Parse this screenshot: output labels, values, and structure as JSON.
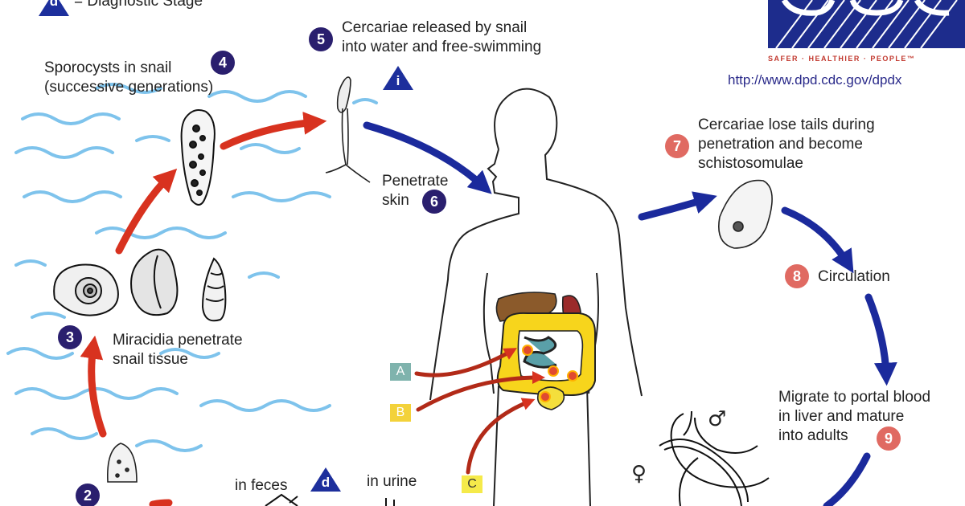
{
  "legend": {
    "diagnostic_stage": "= Diagnostic Stage"
  },
  "logo": {
    "tagline": "SAFER · HEALTHIER · PEOPLE™",
    "url": "http://www.dpd.cdc.gov/dpdx"
  },
  "stages": {
    "s2": {
      "number": "2"
    },
    "s3": {
      "number": "3",
      "label": "Miracidia penetrate\nsnail tissue"
    },
    "s4": {
      "number": "4",
      "label": "Sporocysts in snail\n(successive generations)"
    },
    "s5": {
      "number": "5",
      "label": "Cercariae released by snail\ninto water and free-swimming",
      "marker": "i"
    },
    "s6": {
      "number": "6",
      "label": "Penetrate\nskin"
    },
    "s7": {
      "number": "7",
      "label": "Cercariae lose tails during\npenetration and become\nschistosomulae"
    },
    "s8": {
      "number": "8",
      "label": "Circulation"
    },
    "s9": {
      "number": "9",
      "label": "Migrate to portal blood\nin liver and mature\ninto adults"
    }
  },
  "diagnostic": {
    "feces": "in feces",
    "urine": "in urine",
    "marker": "d"
  },
  "locations": {
    "a": "A",
    "b": "B",
    "c": "C"
  },
  "symbols": {
    "male": "♂",
    "female": "♀"
  },
  "colors": {
    "stage_badge": "#2a1f6e",
    "human_badge": "#e06a62",
    "red_arrow": "#d8321f",
    "blue_arrow": "#1b2a9c",
    "water": "#7ec3ec",
    "box_a": "#7fb3ad",
    "box_b": "#f3d23a",
    "box_c": "#f5ea4a"
  }
}
